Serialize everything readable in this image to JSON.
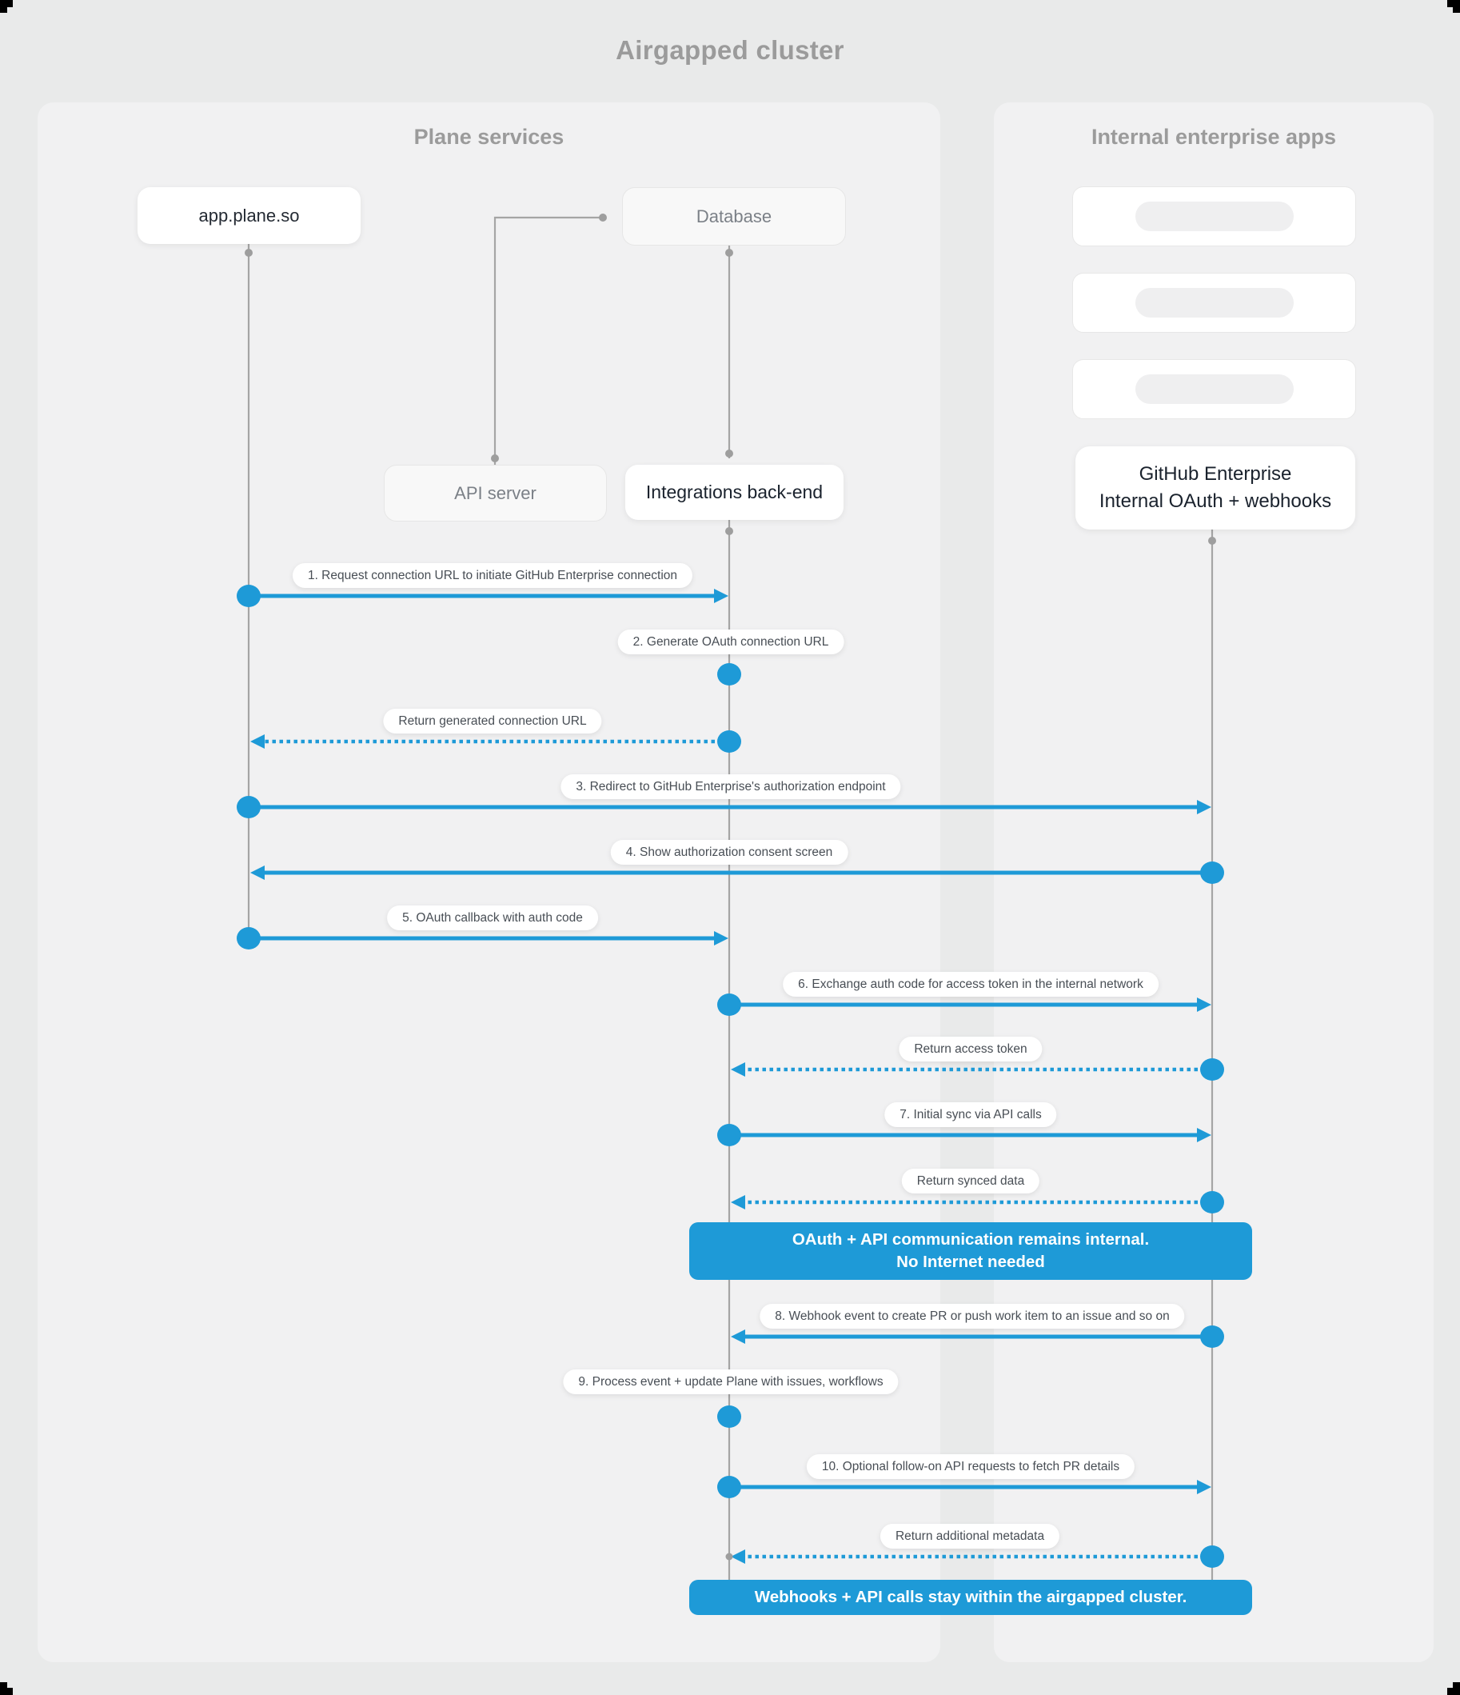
{
  "title": "Airgapped cluster",
  "panels": {
    "left": {
      "heading": "Plane services"
    },
    "right": {
      "heading": "Internal enterprise apps"
    }
  },
  "nodes": {
    "app": {
      "label": "app.plane.so"
    },
    "database": {
      "label": "Database"
    },
    "api_server": {
      "label": "API server"
    },
    "integrations": {
      "label": "Integrations back-end"
    },
    "github": {
      "line1": "GitHub Enterprise",
      "line2": "Internal OAuth + webhooks"
    }
  },
  "messages": {
    "m1": "1. Request connection URL to initiate GitHub Enterprise connection",
    "m2": "2. Generate OAuth connection URL",
    "r1": "Return generated connection URL",
    "m3": "3. Redirect to GitHub Enterprise's authorization endpoint",
    "m4": "4. Show authorization consent screen",
    "m5": "5. OAuth callback with auth code",
    "m6": "6. Exchange auth code for access token in the internal network",
    "r2": "Return access token",
    "m7": "7. Initial sync via API calls",
    "r3": "Return synced data",
    "m8": "8. Webhook event to create PR or push work item to an issue and so on",
    "m9": "9. Process event + update Plane with issues, workflows",
    "m10": "10. Optional follow-on API requests to fetch PR details",
    "r4": "Return additional metadata"
  },
  "banners": {
    "internal_line1": "OAuth + API communication remains internal.",
    "internal_line2": "No Internet needed",
    "airgapped": "Webhooks + API calls stay within the airgapped cluster."
  },
  "colors": {
    "accent_blue": "#1e9ad7",
    "page_background": "#e9eaea",
    "panel_background": "#f1f1f2",
    "line_gray": "#a5a5a5",
    "heading_gray": "#9b9b9b"
  }
}
